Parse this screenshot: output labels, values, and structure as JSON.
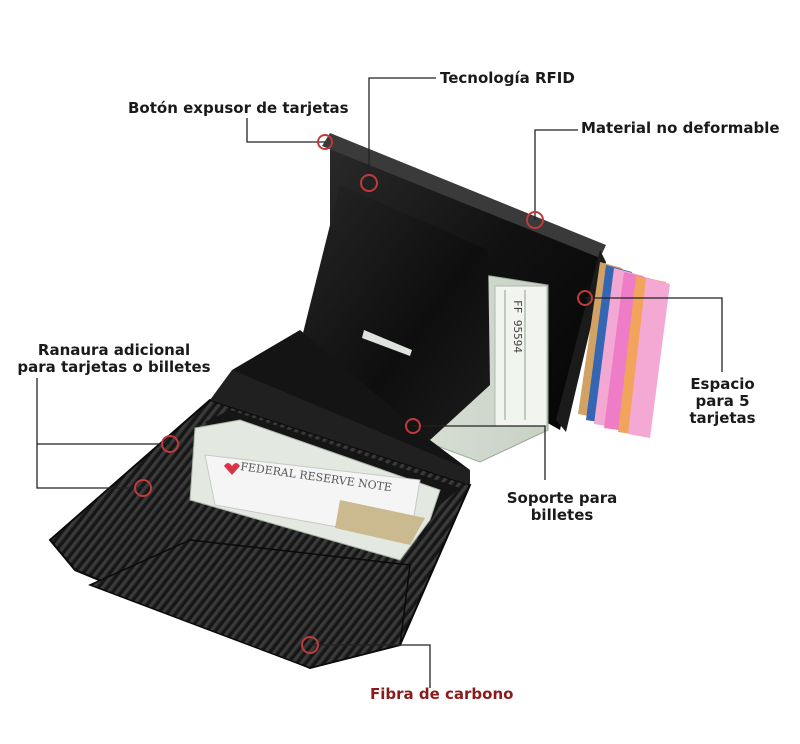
{
  "labels": {
    "rfid": "Tecnología RFID",
    "ejector_button": "Botón expusor de tarjetas",
    "material": "Material no deformable",
    "extra_slot": [
      "Ranaura adicional",
      "para tarjetas o billetes"
    ],
    "card_space": [
      "Espacio",
      "para 5",
      "tarjetas"
    ],
    "bill_holder": [
      "Soporte para",
      "billetes"
    ],
    "carbon_fiber": "Fibra de carbono"
  },
  "banknote_text": [
    "FF 95594",
    "FEDERAL RESERVE NOTE"
  ],
  "colors": {
    "label_text": "#1a1a1a",
    "carbon_label": "#8b1a1a",
    "marker": "#c0393b",
    "leader_line": "#222222",
    "leather": "#141414"
  }
}
